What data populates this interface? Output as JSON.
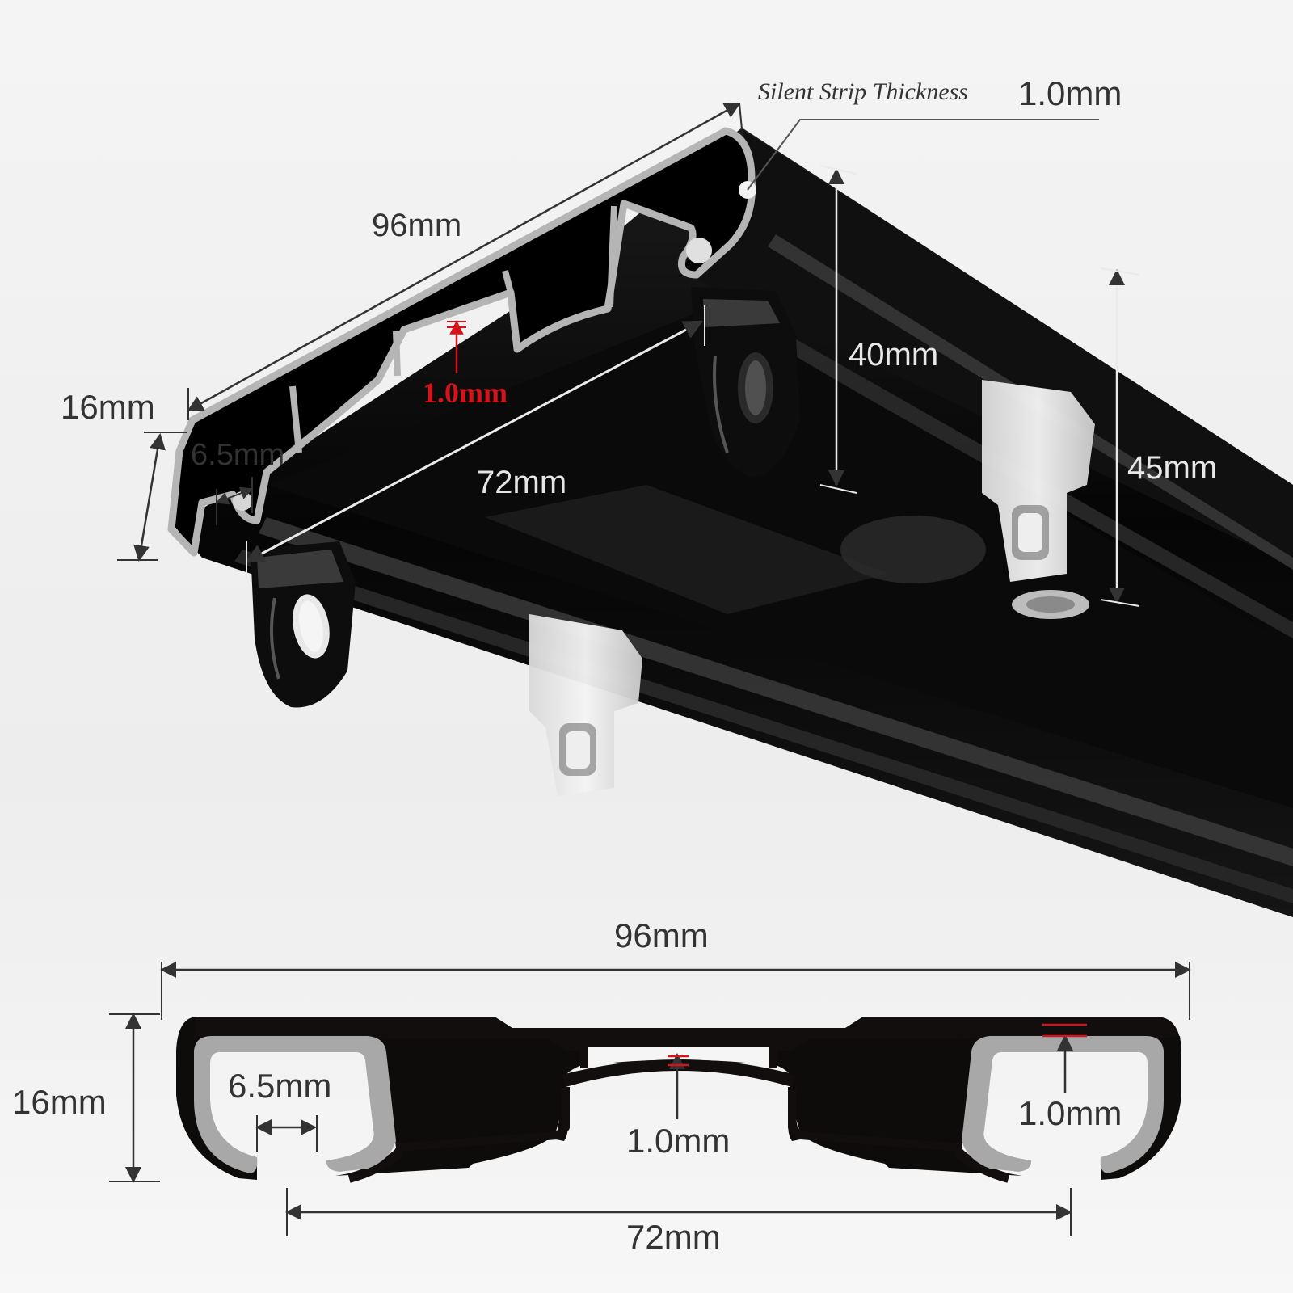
{
  "top_view": {
    "silent_strip_label": "Silent Strip Thickness",
    "silent_strip_value": "1.0mm",
    "width": "96mm",
    "height_left": "16mm",
    "gap": "6.5mm",
    "inner_width": "72mm",
    "wall_thickness": "1.0mm",
    "depth_40": "40mm",
    "depth_45": "45mm"
  },
  "cross_section": {
    "width": "96mm",
    "height": "16mm",
    "gap": "6.5mm",
    "center_thickness": "1.0mm",
    "right_thickness": "1.0mm",
    "inner_width": "72mm"
  },
  "colors": {
    "rail": "#0c0c0c",
    "strip": "#a8a8a8",
    "accent_red": "#d4131b",
    "background": "#f2f2f2"
  }
}
